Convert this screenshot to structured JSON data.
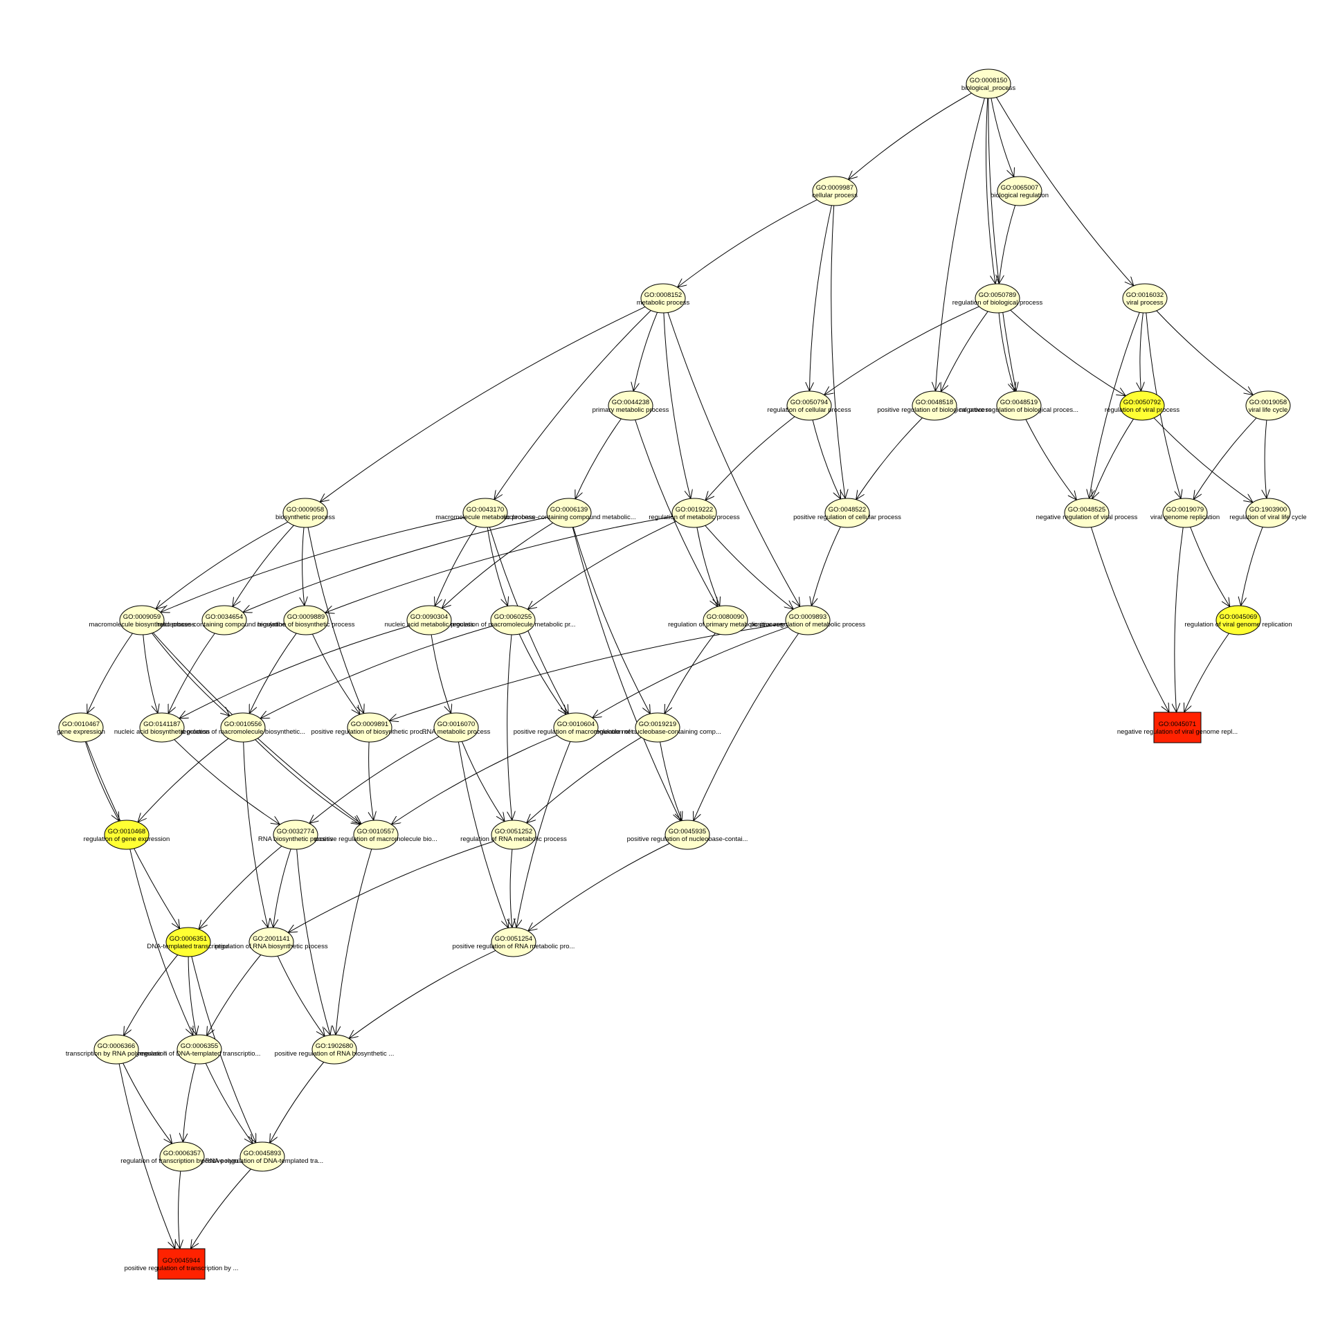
{
  "colors": {
    "default": "#ffffcc",
    "highlight": "#ffff33",
    "significant": "#ff2200",
    "edge": "#000000"
  },
  "nodes": [
    {
      "key": "n8150",
      "id": "GO:0008150",
      "label": "biological_process",
      "fill": "default",
      "shape": "ellipse"
    },
    {
      "key": "n9987",
      "id": "GO:0009987",
      "label": "cellular process",
      "fill": "default",
      "shape": "ellipse"
    },
    {
      "key": "n65007",
      "id": "GO:0065007",
      "label": "biological regulation",
      "fill": "default",
      "shape": "ellipse"
    },
    {
      "key": "n8152",
      "id": "GO:0008152",
      "label": "metabolic process",
      "fill": "default",
      "shape": "ellipse"
    },
    {
      "key": "n50789",
      "id": "GO:0050789",
      "label": "regulation of biological process",
      "fill": "default",
      "shape": "ellipse"
    },
    {
      "key": "n16032",
      "id": "GO:0016032",
      "label": "viral process",
      "fill": "default",
      "shape": "ellipse"
    },
    {
      "key": "n44238",
      "id": "GO:0044238",
      "label": "primary metabolic process",
      "fill": "default",
      "shape": "ellipse"
    },
    {
      "key": "n50794",
      "id": "GO:0050794",
      "label": "regulation of cellular process",
      "fill": "default",
      "shape": "ellipse"
    },
    {
      "key": "n48518",
      "id": "GO:0048518",
      "label": "positive regulation of biological process",
      "fill": "default",
      "shape": "ellipse"
    },
    {
      "key": "n48519",
      "id": "GO:0048519",
      "label": "negative regulation of biological proces...",
      "fill": "default",
      "shape": "ellipse"
    },
    {
      "key": "n50792",
      "id": "GO:0050792",
      "label": "regulation of viral process",
      "fill": "highlight",
      "shape": "ellipse"
    },
    {
      "key": "n19058",
      "id": "GO:0019058",
      "label": "viral life cycle",
      "fill": "default",
      "shape": "ellipse"
    },
    {
      "key": "n9058",
      "id": "GO:0009058",
      "label": "biosynthetic process",
      "fill": "default",
      "shape": "ellipse"
    },
    {
      "key": "n43170",
      "id": "GO:0043170",
      "label": "macromolecule metabolic process",
      "fill": "default",
      "shape": "ellipse"
    },
    {
      "key": "n6139",
      "id": "GO:0006139",
      "label": "nucleobase-containing compound metabolic...",
      "fill": "default",
      "shape": "ellipse"
    },
    {
      "key": "n19222",
      "id": "GO:0019222",
      "label": "regulation of metabolic process",
      "fill": "default",
      "shape": "ellipse"
    },
    {
      "key": "n48522",
      "id": "GO:0048522",
      "label": "positive regulation of cellular process",
      "fill": "default",
      "shape": "ellipse"
    },
    {
      "key": "n48525",
      "id": "GO:0048525",
      "label": "negative regulation of viral process",
      "fill": "default",
      "shape": "ellipse"
    },
    {
      "key": "n19079",
      "id": "GO:0019079",
      "label": "viral genome replication",
      "fill": "default",
      "shape": "ellipse"
    },
    {
      "key": "n1903900",
      "id": "GO:1903900",
      "label": "regulation of viral life cycle",
      "fill": "default",
      "shape": "ellipse"
    },
    {
      "key": "n9059",
      "id": "GO:0009059",
      "label": "macromolecule biosynthetic process",
      "fill": "default",
      "shape": "ellipse"
    },
    {
      "key": "n34654",
      "id": "GO:0034654",
      "label": "nucleobase-containing compound biosynthe...",
      "fill": "default",
      "shape": "ellipse"
    },
    {
      "key": "n9889",
      "id": "GO:0009889",
      "label": "regulation of biosynthetic process",
      "fill": "default",
      "shape": "ellipse"
    },
    {
      "key": "n90304",
      "id": "GO:0090304",
      "label": "nucleic acid metabolic process",
      "fill": "default",
      "shape": "ellipse"
    },
    {
      "key": "n60255",
      "id": "GO:0060255",
      "label": "regulation of macromolecule metabolic pr...",
      "fill": "default",
      "shape": "ellipse"
    },
    {
      "key": "n80090",
      "id": "GO:0080090",
      "label": "regulation of primary metabolic process",
      "fill": "default",
      "shape": "ellipse"
    },
    {
      "key": "n9893",
      "id": "GO:0009893",
      "label": "positive regulation of metabolic process",
      "fill": "default",
      "shape": "ellipse"
    },
    {
      "key": "n45069",
      "id": "GO:0045069",
      "label": "regulation of viral genome replication",
      "fill": "highlight",
      "shape": "ellipse"
    },
    {
      "key": "n10467",
      "id": "GO:0010467",
      "label": "gene expression",
      "fill": "default",
      "shape": "ellipse"
    },
    {
      "key": "n141187",
      "id": "GO:0141187",
      "label": "nucleic acid biosynthetic process",
      "fill": "default",
      "shape": "ellipse"
    },
    {
      "key": "n10556",
      "id": "GO:0010556",
      "label": "regulation of macromolecule biosynthetic...",
      "fill": "default",
      "shape": "ellipse"
    },
    {
      "key": "n9891",
      "id": "GO:0009891",
      "label": "positive regulation of biosynthetic proc...",
      "fill": "default",
      "shape": "ellipse"
    },
    {
      "key": "n16070",
      "id": "GO:0016070",
      "label": "RNA metabolic process",
      "fill": "default",
      "shape": "ellipse"
    },
    {
      "key": "n10604",
      "id": "GO:0010604",
      "label": "positive regulation of macromolecule met...",
      "fill": "default",
      "shape": "ellipse"
    },
    {
      "key": "n19219",
      "id": "GO:0019219",
      "label": "regulation of nucleobase-containing comp...",
      "fill": "default",
      "shape": "ellipse"
    },
    {
      "key": "n45071",
      "id": "GO:0045071",
      "label": "negative regulation of viral genome repl...",
      "fill": "significant",
      "shape": "rect"
    },
    {
      "key": "n10468",
      "id": "GO:0010468",
      "label": "regulation of gene expression",
      "fill": "highlight",
      "shape": "ellipse"
    },
    {
      "key": "n32774",
      "id": "GO:0032774",
      "label": "RNA biosynthetic process",
      "fill": "default",
      "shape": "ellipse"
    },
    {
      "key": "n10557",
      "id": "GO:0010557",
      "label": "positive regulation of macromolecule bio...",
      "fill": "default",
      "shape": "ellipse"
    },
    {
      "key": "n51252",
      "id": "GO:0051252",
      "label": "regulation of RNA metabolic process",
      "fill": "default",
      "shape": "ellipse"
    },
    {
      "key": "n45935",
      "id": "GO:0045935",
      "label": "positive regulation of nucleobase-contai...",
      "fill": "default",
      "shape": "ellipse"
    },
    {
      "key": "n6351",
      "id": "GO:0006351",
      "label": "DNA-templated transcription",
      "fill": "highlight",
      "shape": "ellipse"
    },
    {
      "key": "n2001141",
      "id": "GO:2001141",
      "label": "regulation of RNA biosynthetic process",
      "fill": "default",
      "shape": "ellipse"
    },
    {
      "key": "n51254",
      "id": "GO:0051254",
      "label": "positive regulation of RNA metabolic pro...",
      "fill": "default",
      "shape": "ellipse"
    },
    {
      "key": "n6366",
      "id": "GO:0006366",
      "label": "transcription by RNA polymerase II",
      "fill": "default",
      "shape": "ellipse"
    },
    {
      "key": "n6355",
      "id": "GO:0006355",
      "label": "regulation of DNA-templated transcriptio...",
      "fill": "default",
      "shape": "ellipse"
    },
    {
      "key": "n1902680",
      "id": "GO:1902680",
      "label": "positive regulation of RNA biosynthetic ...",
      "fill": "default",
      "shape": "ellipse"
    },
    {
      "key": "n6357",
      "id": "GO:0006357",
      "label": "regulation of transcription by RNA polym...",
      "fill": "default",
      "shape": "ellipse"
    },
    {
      "key": "n45893",
      "id": "GO:0045893",
      "label": "positive regulation of DNA-templated tra...",
      "fill": "default",
      "shape": "ellipse"
    },
    {
      "key": "n45944",
      "id": "GO:0045944",
      "label": "positive regulation of transcription by ...",
      "fill": "significant",
      "shape": "rect"
    }
  ],
  "edges": [
    [
      "n8150",
      "n9987"
    ],
    [
      "n8150",
      "n65007"
    ],
    [
      "n8150",
      "n50789"
    ],
    [
      "n8150",
      "n16032"
    ],
    [
      "n8150",
      "n48518"
    ],
    [
      "n8150",
      "n48519"
    ],
    [
      "n65007",
      "n50789"
    ],
    [
      "n9987",
      "n8152"
    ],
    [
      "n9987",
      "n50794"
    ],
    [
      "n9987",
      "n48522"
    ],
    [
      "n50789",
      "n50794"
    ],
    [
      "n50789",
      "n48518"
    ],
    [
      "n50789",
      "n48519"
    ],
    [
      "n50789",
      "n50792"
    ],
    [
      "n16032",
      "n50792"
    ],
    [
      "n16032",
      "n19058"
    ],
    [
      "n16032",
      "n19079"
    ],
    [
      "n16032",
      "n48525"
    ],
    [
      "n8152",
      "n9058"
    ],
    [
      "n8152",
      "n44238"
    ],
    [
      "n8152",
      "n43170"
    ],
    [
      "n8152",
      "n19222"
    ],
    [
      "n8152",
      "n9893"
    ],
    [
      "n44238",
      "n6139"
    ],
    [
      "n44238",
      "n80090"
    ],
    [
      "n50794",
      "n48522"
    ],
    [
      "n50794",
      "n19222"
    ],
    [
      "n48518",
      "n48522"
    ],
    [
      "n48519",
      "n48525"
    ],
    [
      "n50792",
      "n48525"
    ],
    [
      "n50792",
      "n1903900"
    ],
    [
      "n19058",
      "n19079"
    ],
    [
      "n19058",
      "n1903900"
    ],
    [
      "n9058",
      "n9059"
    ],
    [
      "n9058",
      "n34654"
    ],
    [
      "n9058",
      "n9889"
    ],
    [
      "n9058",
      "n9891"
    ],
    [
      "n43170",
      "n9059"
    ],
    [
      "n43170",
      "n90304"
    ],
    [
      "n43170",
      "n60255"
    ],
    [
      "n43170",
      "n10604"
    ],
    [
      "n6139",
      "n34654"
    ],
    [
      "n6139",
      "n90304"
    ],
    [
      "n6139",
      "n19219"
    ],
    [
      "n6139",
      "n45935"
    ],
    [
      "n19222",
      "n9889"
    ],
    [
      "n19222",
      "n60255"
    ],
    [
      "n19222",
      "n80090"
    ],
    [
      "n19222",
      "n9893"
    ],
    [
      "n48522",
      "n9893"
    ],
    [
      "n48525",
      "n45071"
    ],
    [
      "n19079",
      "n45069"
    ],
    [
      "n19079",
      "n45071"
    ],
    [
      "n1903900",
      "n45069"
    ],
    [
      "n45069",
      "n45071"
    ],
    [
      "n9059",
      "n10467"
    ],
    [
      "n9059",
      "n141187"
    ],
    [
      "n9059",
      "n10556"
    ],
    [
      "n9059",
      "n10557"
    ],
    [
      "n34654",
      "n141187"
    ],
    [
      "n9889",
      "n10556"
    ],
    [
      "n9889",
      "n9891"
    ],
    [
      "n90304",
      "n16070"
    ],
    [
      "n90304",
      "n141187"
    ],
    [
      "n60255",
      "n10556"
    ],
    [
      "n60255",
      "n10604"
    ],
    [
      "n60255",
      "n51252"
    ],
    [
      "n80090",
      "n19219"
    ],
    [
      "n9893",
      "n9891"
    ],
    [
      "n9893",
      "n10604"
    ],
    [
      "n9893",
      "n45935"
    ],
    [
      "n10467",
      "n10468"
    ],
    [
      "n10467",
      "n6351"
    ],
    [
      "n141187",
      "n32774"
    ],
    [
      "n10556",
      "n10468"
    ],
    [
      "n10556",
      "n2001141"
    ],
    [
      "n10556",
      "n10557"
    ],
    [
      "n9891",
      "n10557"
    ],
    [
      "n16070",
      "n32774"
    ],
    [
      "n16070",
      "n51252"
    ],
    [
      "n16070",
      "n51254"
    ],
    [
      "n10604",
      "n10557"
    ],
    [
      "n10604",
      "n51254"
    ],
    [
      "n19219",
      "n51252"
    ],
    [
      "n19219",
      "n45935"
    ],
    [
      "n10468",
      "n6355"
    ],
    [
      "n32774",
      "n6351"
    ],
    [
      "n32774",
      "n2001141"
    ],
    [
      "n32774",
      "n1902680"
    ],
    [
      "n10557",
      "n1902680"
    ],
    [
      "n51252",
      "n2001141"
    ],
    [
      "n51252",
      "n51254"
    ],
    [
      "n45935",
      "n51254"
    ],
    [
      "n6351",
      "n6366"
    ],
    [
      "n6351",
      "n6355"
    ],
    [
      "n6351",
      "n45893"
    ],
    [
      "n2001141",
      "n6355"
    ],
    [
      "n2001141",
      "n1902680"
    ],
    [
      "n51254",
      "n1902680"
    ],
    [
      "n6366",
      "n6357"
    ],
    [
      "n6366",
      "n45944"
    ],
    [
      "n6355",
      "n6357"
    ],
    [
      "n6355",
      "n45893"
    ],
    [
      "n1902680",
      "n45893"
    ],
    [
      "n6357",
      "n45944"
    ],
    [
      "n45893",
      "n45944"
    ]
  ]
}
